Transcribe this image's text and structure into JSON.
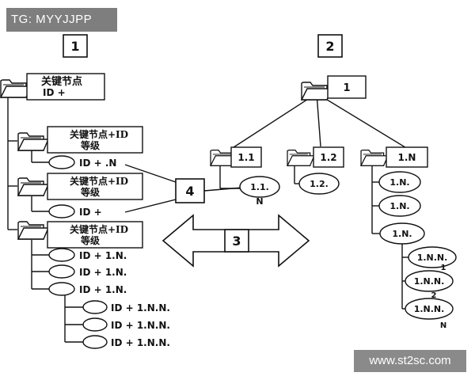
{
  "watermark_top": "TG: MYYJJPP",
  "watermark_bottom": "www.st2sc.com",
  "labels": {
    "n1": "1",
    "n2": "2",
    "n3": "3",
    "n4": "4",
    "root_right": "1"
  },
  "left_tree": {
    "key_node": "关键节点",
    "key_node_id": "ID +",
    "child_line1": "关键节点+ID",
    "child_line2": "等级",
    "id_n": "ID + .N",
    "id_plain": "ID +",
    "id_1n": "ID + 1.N.",
    "id_1nn": "ID + 1.N.N."
  },
  "right_tree": {
    "f11": "1.1",
    "f12": "1.2",
    "f1n": "1.N",
    "e11_top": "1.1.",
    "e11_bot": "N",
    "e12": "1.2.",
    "e1n": "1.N.",
    "e1nn": "1.N.N.",
    "e1nn_1": "1",
    "e1nn_2": "2",
    "e1nn_n": "N"
  }
}
